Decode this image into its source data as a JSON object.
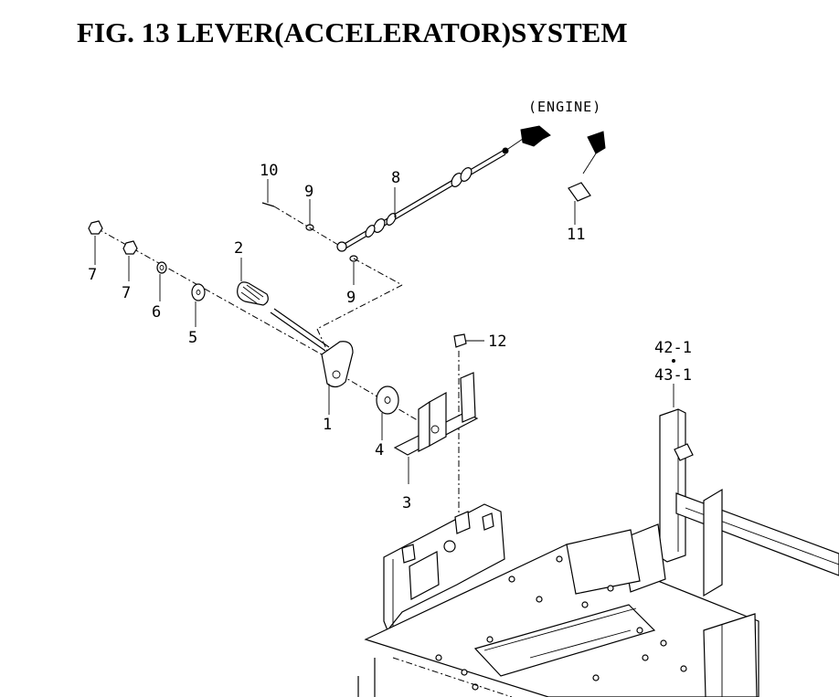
{
  "title": "FIG. 13  LEVER(ACCELERATOR)SYSTEM",
  "engine_label": "(ENGINE)",
  "callouts": {
    "c1": "1",
    "c2": "2",
    "c3": "3",
    "c4": "4",
    "c5": "5",
    "c6": "6",
    "c7a": "7",
    "c7b": "7",
    "c8": "8",
    "c9a": "9",
    "c9b": "9",
    "c10": "10",
    "c11": "11",
    "c12": "12",
    "c42": "42-1",
    "c43": "43-1"
  }
}
